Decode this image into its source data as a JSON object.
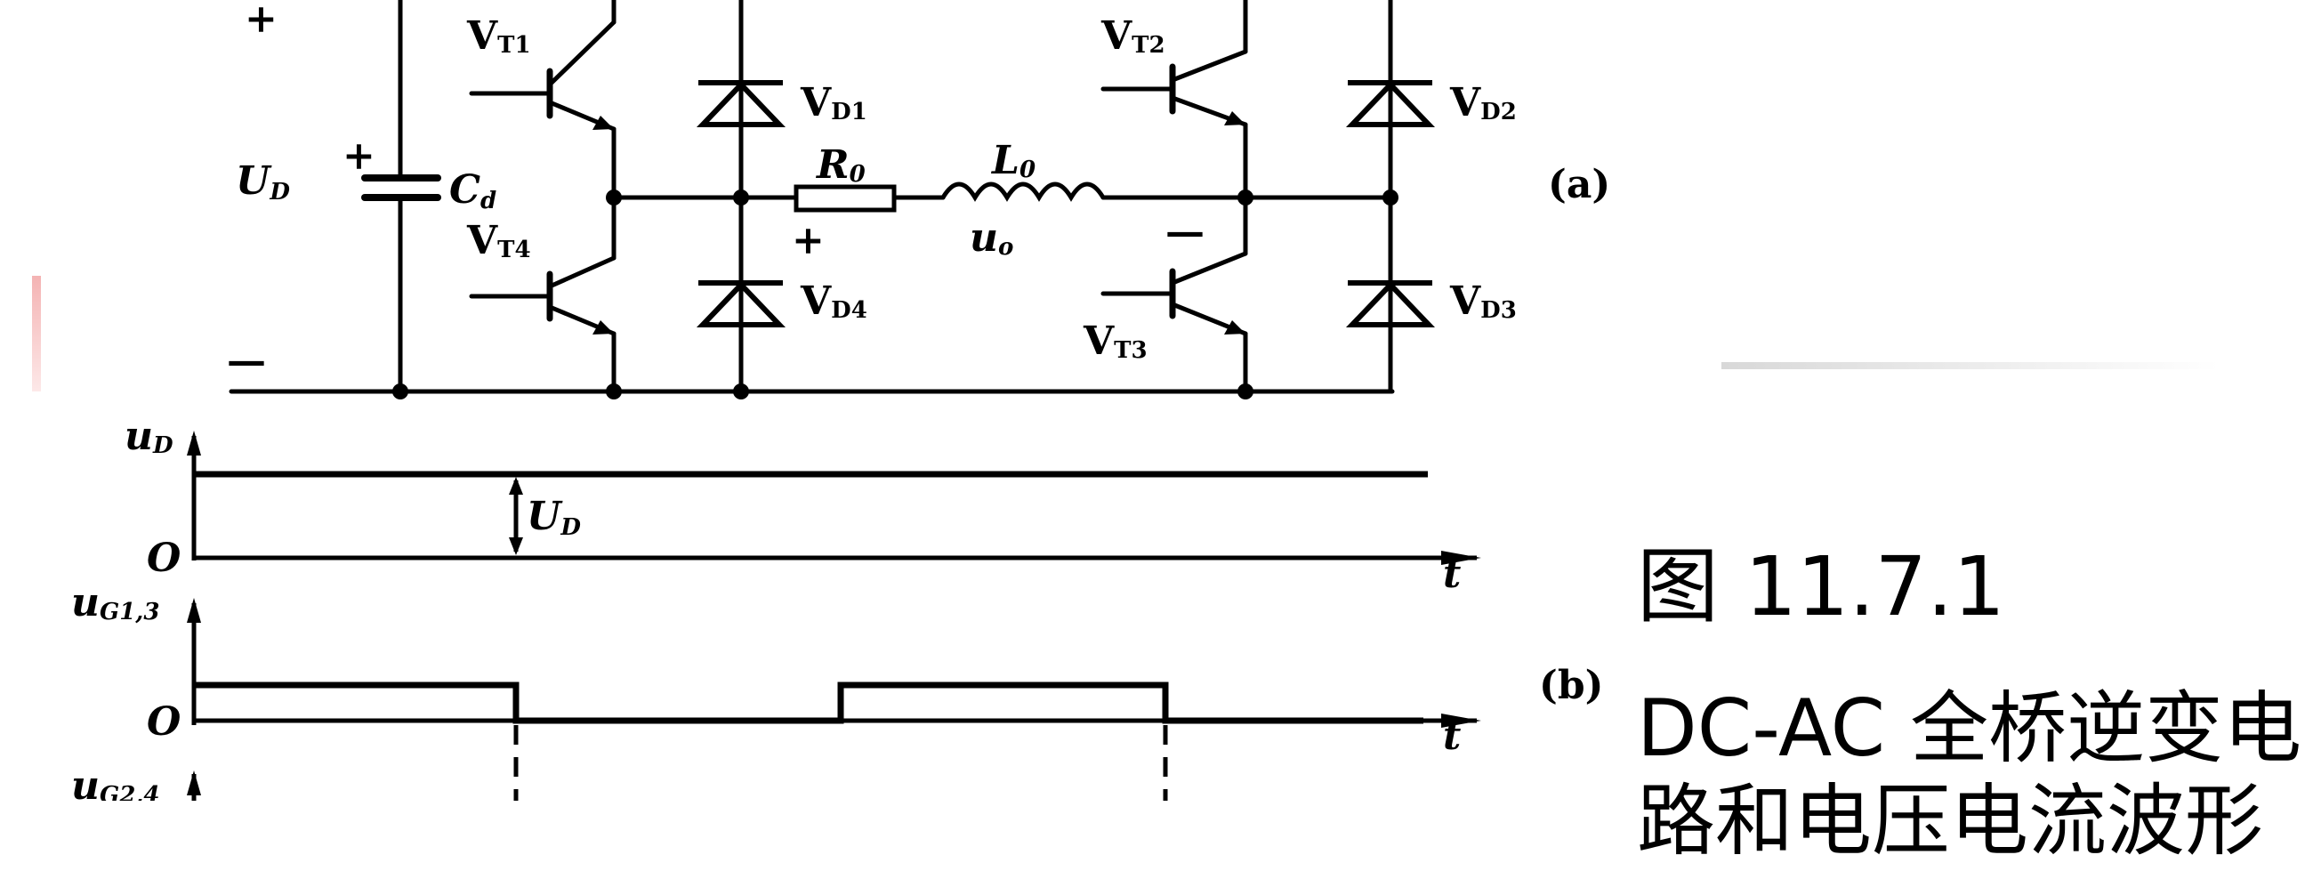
{
  "diagram": {
    "plus_top": "+",
    "minus_bottom": "—",
    "source_label": "U",
    "source_sub": "D",
    "cap_plus": "+",
    "cap_label": "C",
    "cap_sub": "d",
    "vt1": "V",
    "vt1_sub": "T1",
    "vt2": "V",
    "vt2_sub": "T2",
    "vt3": "V",
    "vt3_sub": "T3",
    "vt4": "V",
    "vt4_sub": "T4",
    "vd1": "V",
    "vd1_sub": "D1",
    "vd2": "V",
    "vd2_sub": "D2",
    "vd3": "V",
    "vd3_sub": "D3",
    "vd4": "V",
    "vd4_sub": "D4",
    "r0": "R",
    "r0_sub": "0",
    "l0": "L",
    "l0_sub": "0",
    "uo": "u",
    "uo_sub": "o",
    "out_plus": "+",
    "out_minus": "—",
    "tag_a": "(a)",
    "tag_b": "(b)"
  },
  "waveforms": {
    "ud_axis": "u",
    "ud_axis_sub": "D",
    "ud_level": "U",
    "ud_level_sub": "D",
    "origin1": "O",
    "t1": "t",
    "ug13_axis": "u",
    "ug13_axis_sub": "G1,3",
    "origin2": "O",
    "t2": "t",
    "ug24_axis": "u",
    "ug24_axis_sub": "G2,4"
  },
  "caption": {
    "number": "图 11.7.1",
    "line1": "DC-AC 全桥逆变电",
    "line2": "路和电压电流波形"
  }
}
